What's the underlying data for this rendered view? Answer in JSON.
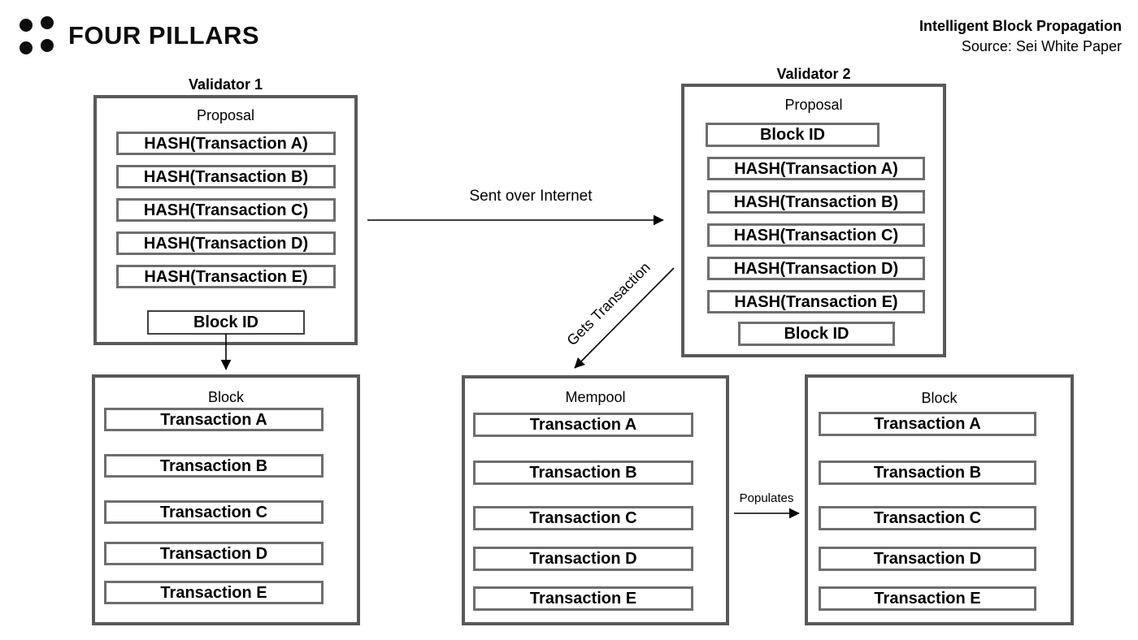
{
  "brand": {
    "name": "FOUR PILLARS",
    "logo": "four-dots-logo"
  },
  "header": {
    "title": "Intelligent Block Propagation",
    "source": "Source: Sei White Paper"
  },
  "colors": {
    "background": "#ffffff",
    "outer_border": "#595959",
    "inner_border": "#6e6e6e",
    "blockid_border": "#414141",
    "text": "#000000",
    "arrow": "#000000"
  },
  "validator1": {
    "title": "Validator 1",
    "section_label": "Proposal",
    "hashes": [
      "HASH(Transaction A)",
      "HASH(Transaction B)",
      "HASH(Transaction C)",
      "HASH(Transaction D)",
      "HASH(Transaction E)"
    ],
    "block_id_label": "Block ID"
  },
  "validator2": {
    "title": "Validator 2",
    "section_label": "Proposal",
    "block_id_top_label": "Block ID",
    "hashes": [
      "HASH(Transaction A)",
      "HASH(Transaction B)",
      "HASH(Transaction C)",
      "HASH(Transaction D)",
      "HASH(Transaction E)"
    ],
    "block_id_bottom_label": "Block ID"
  },
  "block_left": {
    "title": "Block",
    "transactions": [
      "Transaction A",
      "Transaction B",
      "Transaction C",
      "Transaction D",
      "Transaction E"
    ]
  },
  "mempool": {
    "title": "Mempool",
    "transactions": [
      "Transaction A",
      "Transaction B",
      "Transaction C",
      "Transaction D",
      "Transaction E"
    ]
  },
  "block_right": {
    "title": "Block",
    "transactions": [
      "Transaction A",
      "Transaction B",
      "Transaction C",
      "Transaction D",
      "Transaction E"
    ]
  },
  "arrows": {
    "sent_over_internet": "Sent over Internet",
    "gets_transaction": "Gets Transaction",
    "populates": "Populates"
  }
}
